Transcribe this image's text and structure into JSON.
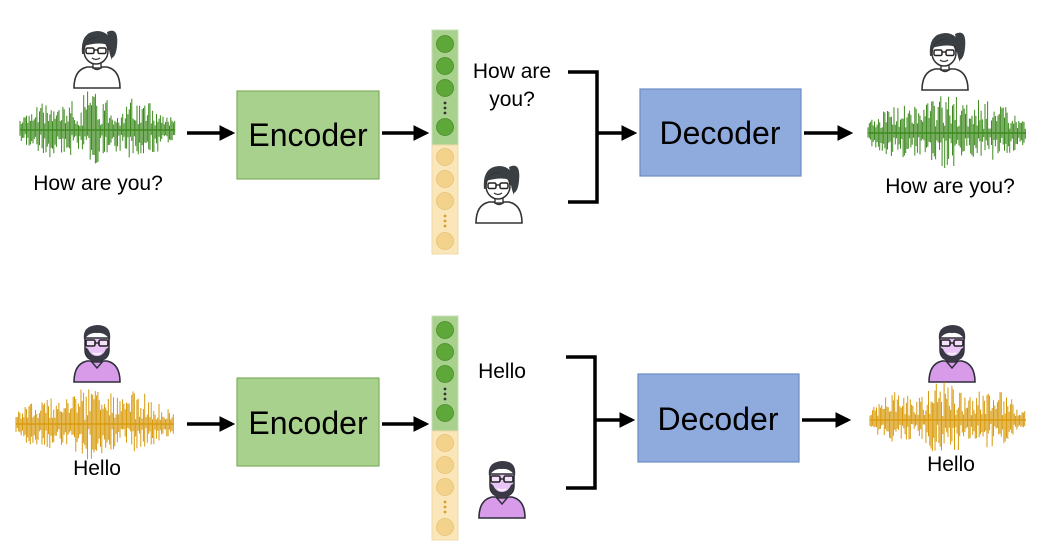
{
  "colors": {
    "encoder_fill": "#a9d18e",
    "encoder_stroke": "#7fae5e",
    "decoder_fill": "#8faadc",
    "decoder_stroke": "#6a8cc4",
    "content_strip": "#a9d18e",
    "content_dot": "#5ea83a",
    "speaker_strip": "#fae6b8",
    "speaker_dot": "#f3d38c",
    "wave_green": "#3d8a1e",
    "wave_orange": "#d99a0c",
    "avatar_female": "#ffffff",
    "avatar_male": "#d79bea"
  },
  "rows": [
    {
      "id": "top",
      "speaker": "female",
      "input_caption": "How are you?",
      "encoder_label": "Encoder",
      "content_text": "How are\nyou?",
      "decoder_label": "Decoder",
      "output_caption": "How are you?",
      "wave_color": "green"
    },
    {
      "id": "bottom",
      "speaker": "male",
      "input_caption": "Hello",
      "encoder_label": "Encoder",
      "content_text": "Hello",
      "decoder_label": "Decoder",
      "output_caption": "Hello",
      "wave_color": "orange"
    }
  ],
  "icons": [
    "female-speaker-icon",
    "male-speaker-icon",
    "waveform-icon",
    "arrow-icon",
    "bracket-icon"
  ]
}
